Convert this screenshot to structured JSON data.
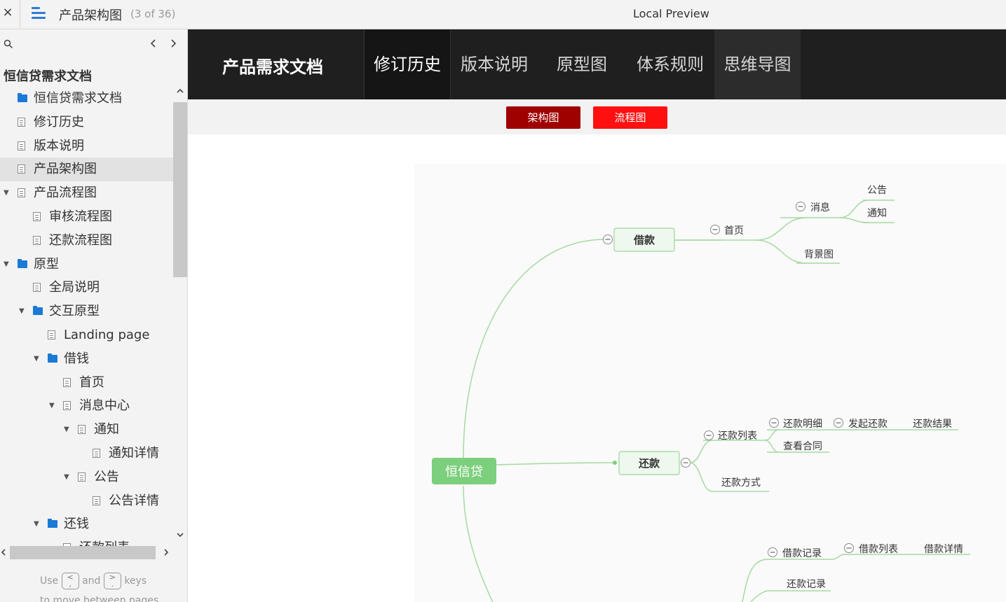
{
  "topbar": {
    "close_glyph": "×",
    "title": "产品架构图",
    "count": "(3 of 36)",
    "preview_label": "Local Preview"
  },
  "sidebar": {
    "project_title": "恒信贷需求文档",
    "items": [
      {
        "label": "恒信贷需求文档",
        "icon": "folder-icon",
        "indent": 0,
        "arrow": "",
        "selected": false
      },
      {
        "label": "修订历史",
        "icon": "doc-icon",
        "indent": 0,
        "arrow": "",
        "selected": false
      },
      {
        "label": "版本说明",
        "icon": "doc-icon",
        "indent": 0,
        "arrow": "",
        "selected": false
      },
      {
        "label": "产品架构图",
        "icon": "doc-icon",
        "indent": 0,
        "arrow": "",
        "selected": true
      },
      {
        "label": "产品流程图",
        "icon": "doc-icon",
        "indent": 0,
        "arrow": "▼",
        "selected": false
      },
      {
        "label": "审核流程图",
        "icon": "doc-icon",
        "indent": 1,
        "arrow": "",
        "selected": false
      },
      {
        "label": "还款流程图",
        "icon": "doc-icon",
        "indent": 1,
        "arrow": "",
        "selected": false
      },
      {
        "label": "原型",
        "icon": "folder-icon",
        "indent": 0,
        "arrow": "▼",
        "selected": false
      },
      {
        "label": "全局说明",
        "icon": "doc-icon",
        "indent": 1,
        "arrow": "",
        "selected": false
      },
      {
        "label": "交互原型",
        "icon": "folder-icon",
        "indent": 1,
        "arrow": "▼",
        "selected": false
      },
      {
        "label": "Landing page",
        "icon": "doc-icon",
        "indent": 2,
        "arrow": "",
        "selected": false
      },
      {
        "label": "借钱",
        "icon": "folder-icon",
        "indent": 2,
        "arrow": "▼",
        "selected": false
      },
      {
        "label": "首页",
        "icon": "doc-icon",
        "indent": 3,
        "arrow": "",
        "selected": false
      },
      {
        "label": "消息中心",
        "icon": "doc-icon",
        "indent": 3,
        "arrow": "▼",
        "selected": false
      },
      {
        "label": "通知",
        "icon": "doc-icon",
        "indent": 4,
        "arrow": "▼",
        "selected": false
      },
      {
        "label": "通知详情",
        "icon": "doc-icon",
        "indent": 5,
        "arrow": "",
        "selected": false
      },
      {
        "label": "公告",
        "icon": "doc-icon",
        "indent": 4,
        "arrow": "▼",
        "selected": false
      },
      {
        "label": "公告详情",
        "icon": "doc-icon",
        "indent": 5,
        "arrow": "",
        "selected": false
      },
      {
        "label": "还钱",
        "icon": "folder-icon",
        "indent": 2,
        "arrow": "▼",
        "selected": false
      },
      {
        "label": "还款列表",
        "icon": "doc-icon",
        "indent": 3,
        "arrow": "",
        "selected": false
      }
    ],
    "key_hint": {
      "use": "Use",
      "and": "and",
      "keys": "keys",
      "line2": "to move between pages",
      "key_prev": "<\n,",
      "key_next": ">\n."
    }
  },
  "header": {
    "doc_title": "产品需求文档",
    "tabs": [
      "修订历史",
      "版本说明",
      "原型图",
      "体系规则",
      "思维导图"
    ]
  },
  "subnav": {
    "buttons": [
      "架构图",
      "流程图"
    ]
  },
  "mindmap": {
    "root": "恒信贷",
    "branches": [
      {
        "label": "借款",
        "children": [
          {
            "label": "首页",
            "children": [
              {
                "label": "消息",
                "children": [
                  {
                    "label": "公告"
                  },
                  {
                    "label": "通知"
                  }
                ]
              },
              {
                "label": "背景图"
              }
            ]
          }
        ]
      },
      {
        "label": "还款",
        "children": [
          {
            "label": "还款列表",
            "children": [
              {
                "label": "还款明细",
                "children": [
                  {
                    "label": "发起还款",
                    "children": [
                      {
                        "label": "还款结果"
                      }
                    ]
                  }
                ]
              },
              {
                "label": "查看合同"
              }
            ]
          },
          {
            "label": "还款方式"
          }
        ]
      },
      {
        "label": "",
        "children": [
          {
            "label": "借款记录",
            "children": [
              {
                "label": "借款列表",
                "children": [
                  {
                    "label": "借款详情"
                  }
                ]
              }
            ]
          },
          {
            "label": "还款记录"
          }
        ]
      }
    ],
    "colors": {
      "line": "#a6d9a3",
      "node_fill": "#eef8ee",
      "root_fill": "#7ccf7c",
      "root_text": "#ffffff",
      "text": "#333333"
    }
  }
}
